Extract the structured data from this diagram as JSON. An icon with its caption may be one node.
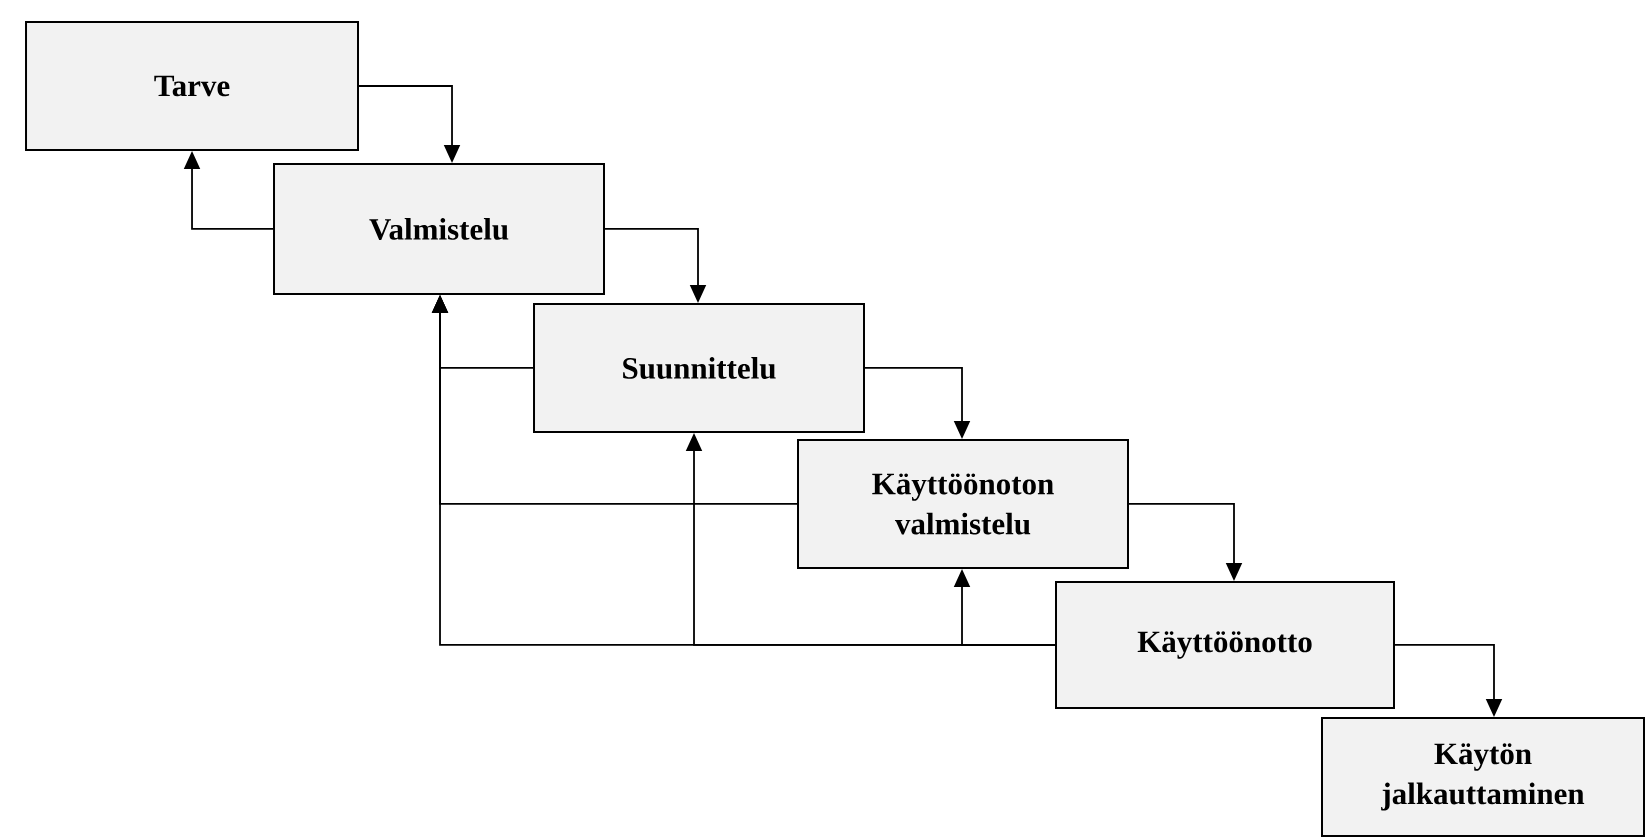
{
  "diagram": {
    "nodes": [
      {
        "text": [
          "Tarve"
        ]
      },
      {
        "text": [
          "Valmistelu"
        ]
      },
      {
        "text": [
          "Suunnittelu"
        ]
      },
      {
        "text": [
          "Käyttöönoton valmistelu"
        ]
      },
      {
        "text": [
          "Käyttöönotto"
        ]
      },
      {
        "text": [
          "Käytön jalkauttaminen"
        ]
      }
    ],
    "edges": [
      {
        "from": 0,
        "to": 1,
        "arrow": "to"
      },
      {
        "from": 1,
        "to": 0,
        "arrow": "to"
      },
      {
        "from": 1,
        "to": 2,
        "arrow": "to"
      },
      {
        "from": 2,
        "to": 1,
        "arrow": "to"
      },
      {
        "from": 2,
        "to": 3,
        "arrow": "to"
      },
      {
        "from": 3,
        "to": 1,
        "arrow": "to"
      },
      {
        "from": 3,
        "to": 4,
        "arrow": "to"
      },
      {
        "from": 4,
        "to": 1,
        "arrow": "to"
      },
      {
        "from": 4,
        "to": 2,
        "arrow": "to"
      },
      {
        "from": 4,
        "to": 3,
        "arrow": "to"
      },
      {
        "from": 4,
        "to": 5,
        "arrow": "to"
      }
    ]
  }
}
